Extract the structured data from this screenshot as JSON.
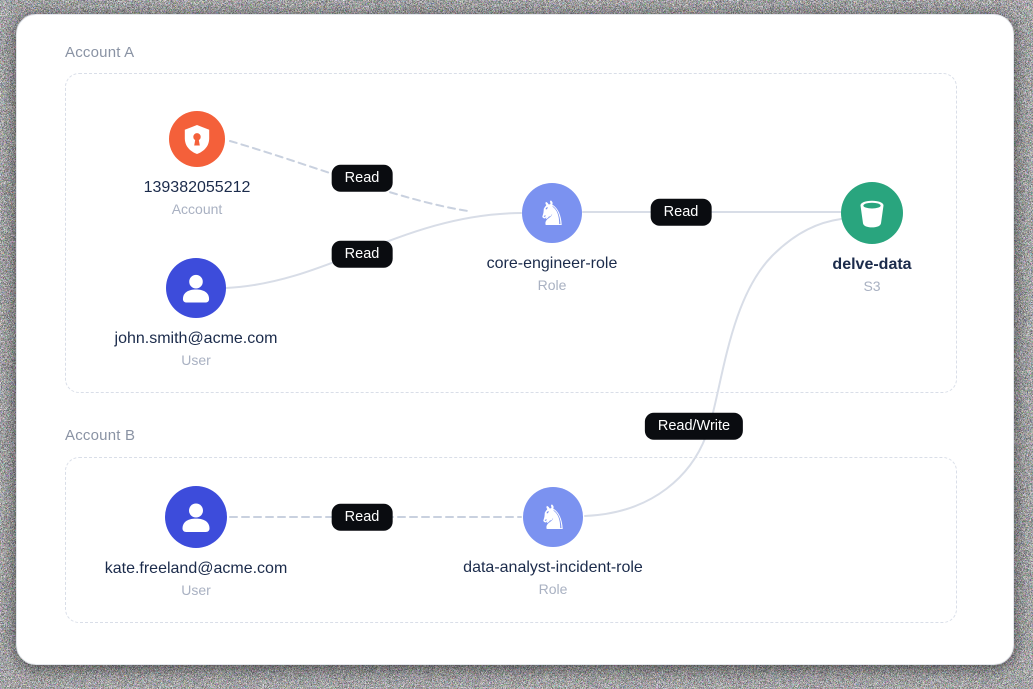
{
  "accounts": [
    {
      "label": "Account A"
    },
    {
      "label": "Account B"
    }
  ],
  "nodes": [
    {
      "id": "account",
      "name": "139382055212",
      "sublabel": "Account",
      "icon": "shield-lock-icon",
      "color": "#F4603A"
    },
    {
      "id": "user-john",
      "name": "john.smith@acme.com",
      "sublabel": "User",
      "icon": "user-icon",
      "color": "#3D4CDB"
    },
    {
      "id": "role-core",
      "name": "core-engineer-role",
      "sublabel": "Role",
      "icon": "role-knight-icon",
      "color": "#7B92F0"
    },
    {
      "id": "s3-delve",
      "name": "delve-data",
      "sublabel": "S3",
      "icon": "s3-bucket-icon",
      "color": "#29A57E"
    },
    {
      "id": "user-kate",
      "name": "kate.freeland@acme.com",
      "sublabel": "User",
      "icon": "user-icon",
      "color": "#3D4CDB"
    },
    {
      "id": "role-analyst",
      "name": "data-analyst-incident-role",
      "sublabel": "Role",
      "icon": "role-knight-icon",
      "color": "#7B92F0"
    }
  ],
  "edges": [
    {
      "from": "139382055212",
      "to": "core-engineer-role",
      "label": "Read",
      "style": "dashed"
    },
    {
      "from": "john.smith@acme.com",
      "to": "core-engineer-role",
      "label": "Read",
      "style": "solid"
    },
    {
      "from": "core-engineer-role",
      "to": "delve-data",
      "label": "Read",
      "style": "solid"
    },
    {
      "from": "data-analyst-incident-role",
      "to": "delve-data",
      "label": "Read/Write",
      "style": "solid"
    },
    {
      "from": "kate.freeland@acme.com",
      "to": "data-analyst-incident-role",
      "label": "Read",
      "style": "dashed"
    }
  ],
  "colors": {
    "card_bg": "#FFFFFF",
    "edge_solid": "#D8DDE7",
    "edge_dashed": "#C9D1DF",
    "box_border": "#D9DEE8",
    "badge_bg": "#0A0C10",
    "badge_text": "#FFFFFF",
    "name_text": "#1B2B4B",
    "sub_text": "#A9B1C2",
    "header_text": "#8A93A4"
  },
  "knight_glyph": "♞"
}
